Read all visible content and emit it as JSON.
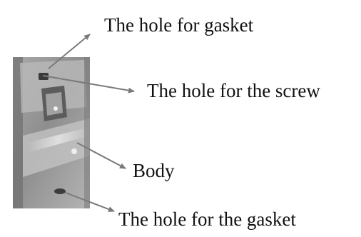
{
  "labels": {
    "gasket_hole_top": "The hole for gasket",
    "screw_hole": "The hole for the screw",
    "body": "Body",
    "gasket_hole_bottom": "The hole for the gasket"
  },
  "colors": {
    "text": "#111111",
    "arrow": "#7a7a7a",
    "photo_base": "#9a9a9a"
  }
}
